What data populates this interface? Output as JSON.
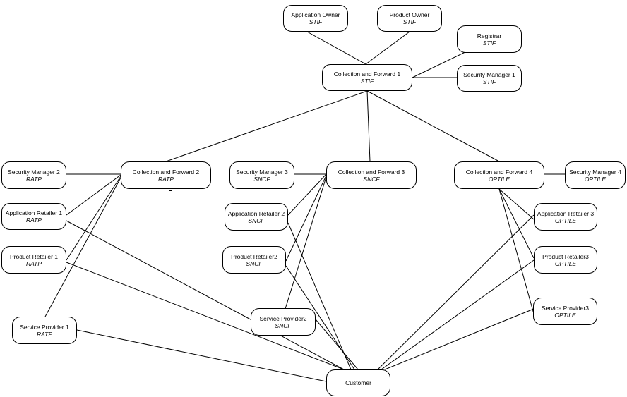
{
  "nodes": {
    "app_owner": {
      "name": "Application Owner",
      "org": "STIF"
    },
    "prod_owner": {
      "name": "Product Owner",
      "org": "STIF"
    },
    "registrar": {
      "name": "Registrar",
      "org": "STIF"
    },
    "cf1": {
      "name": "Collection and Forward 1",
      "org": "STIF"
    },
    "sm1": {
      "name": "Security Manager 1",
      "org": "STIF"
    },
    "sm2": {
      "name": "Security Manager 2",
      "org": "RATP"
    },
    "cf2": {
      "name": "Collection and Forward 2",
      "org": "RATP"
    },
    "sm3": {
      "name": "Security Manager 3",
      "org": "SNCF"
    },
    "cf3": {
      "name": "Collection and Forward 3",
      "org": "SNCF"
    },
    "cf4": {
      "name": "Collection and Forward 4",
      "org": "OPTILE"
    },
    "sm4": {
      "name": "Security Manager 4",
      "org": "OPTILE"
    },
    "ar1": {
      "name": "Application Retailer 1",
      "org": "RATP"
    },
    "ar2": {
      "name": "Application Retailer 2",
      "org": "SNCF"
    },
    "ar3": {
      "name": "Application Retailer 3",
      "org": "OPTILE"
    },
    "pr1": {
      "name": "Product Retailer 1",
      "org": "RATP"
    },
    "pr2": {
      "name": "Product Retailer2",
      "org": "SNCF"
    },
    "pr3": {
      "name": "Product Retailer3",
      "org": "OPTILE"
    },
    "sp1": {
      "name": "Service Provider 1",
      "org": "RATP"
    },
    "sp2": {
      "name": "Service Provider2",
      "org": "SNCF"
    },
    "sp3": {
      "name": "Service Provider3",
      "org": "OPTILE"
    },
    "customer": {
      "name": "Customer",
      "org": ""
    }
  }
}
